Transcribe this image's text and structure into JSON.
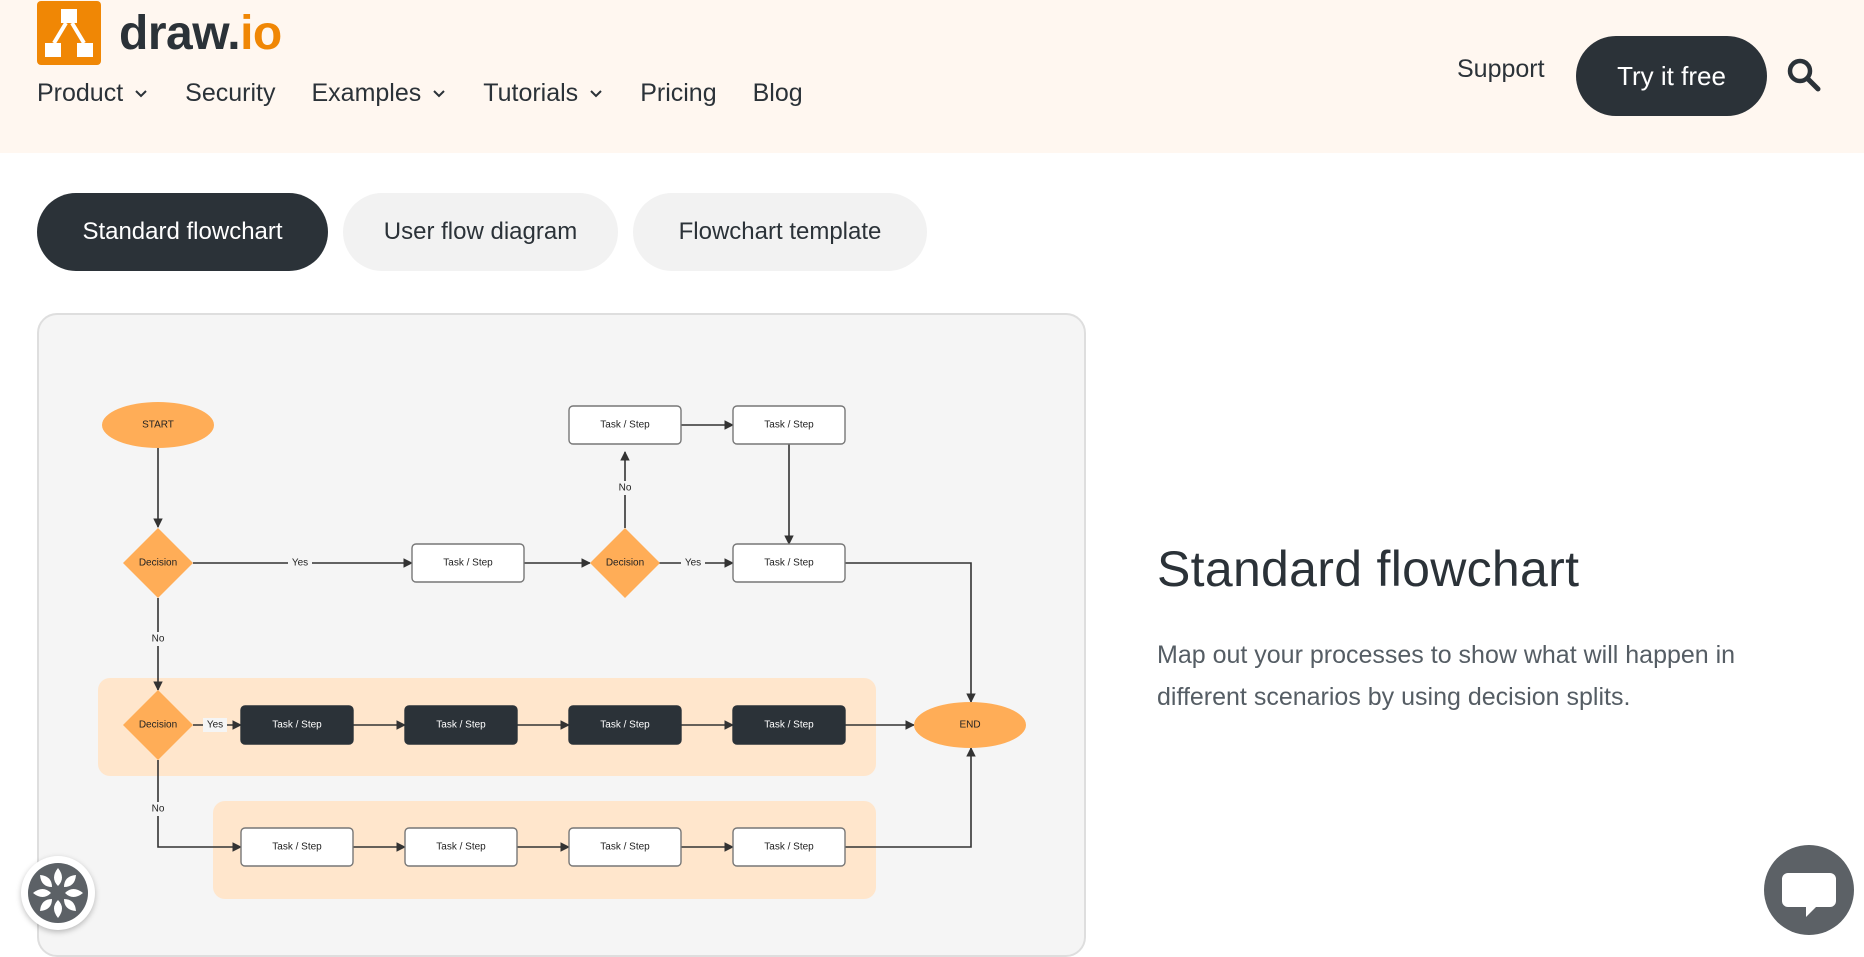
{
  "header": {
    "logo": {
      "word": "draw.",
      "accent": ".io"
    },
    "nav": [
      {
        "label": "Product",
        "has_dropdown": true
      },
      {
        "label": "Security",
        "has_dropdown": false
      },
      {
        "label": "Examples",
        "has_dropdown": true
      },
      {
        "label": "Tutorials",
        "has_dropdown": true
      },
      {
        "label": "Pricing",
        "has_dropdown": false
      },
      {
        "label": "Blog",
        "has_dropdown": false
      }
    ],
    "support_label": "Support",
    "cta_label": "Try it free",
    "search_icon": "search-icon"
  },
  "tabs": [
    {
      "label": "Standard flowchart",
      "active": true
    },
    {
      "label": "User flow diagram",
      "active": false
    },
    {
      "label": "Flowchart template",
      "active": false
    }
  ],
  "diagram": {
    "start": "START",
    "end": "END",
    "decision": "Decision",
    "task": "Task / Step",
    "yes": "Yes",
    "no": "No"
  },
  "content": {
    "heading": "Standard flowchart",
    "description": "Map out your processes to show what will happen in different scenarios by using decision splits."
  },
  "colors": {
    "brand_orange": "#f08705",
    "dark": "#2b3238",
    "shape_orange": "#ffad57",
    "band_peach": "#ffe6cc",
    "header_bg": "#fff7f0"
  },
  "widgets": {
    "cookie_icon": "cookie-settings-icon",
    "chat_icon": "chat-icon"
  }
}
